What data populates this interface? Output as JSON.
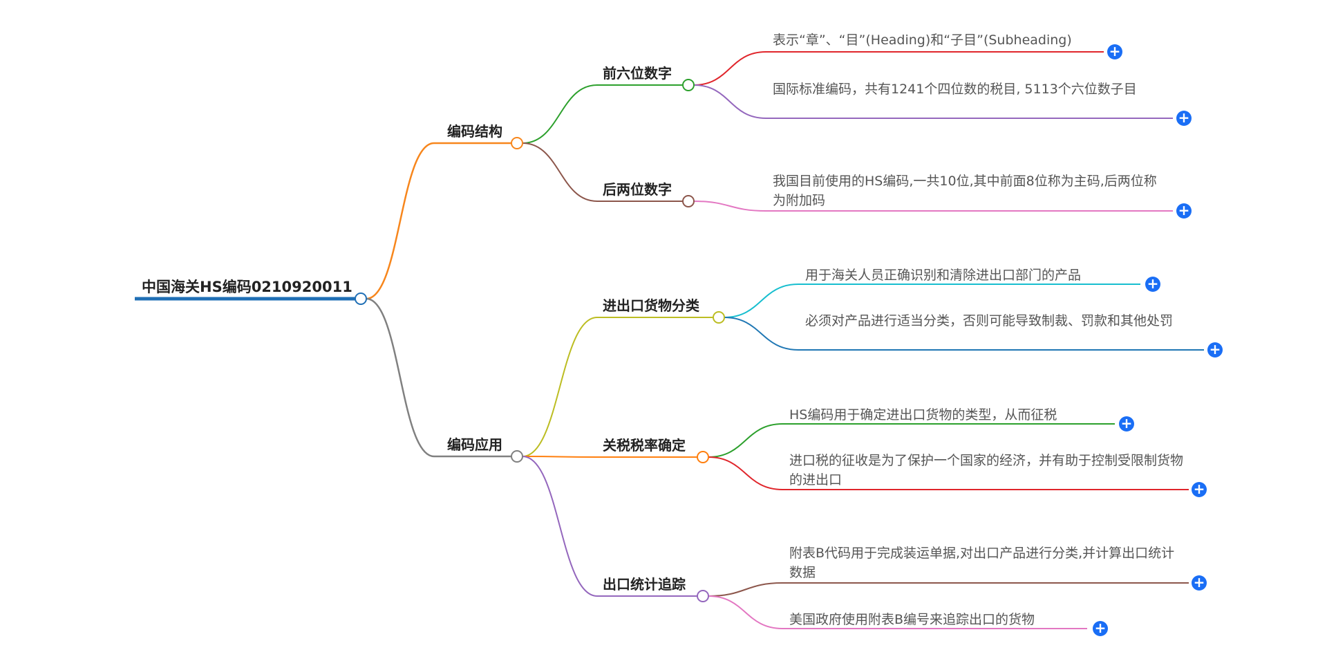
{
  "mindmap": {
    "root": {
      "label": "中国海关HS编码0210920011",
      "color": "#1f6fb5"
    },
    "branches": [
      {
        "label": "编码结构",
        "color": "#f7861c",
        "children": [
          {
            "label": "前六位数字",
            "color": "#2ca02c",
            "leaves": [
              {
                "text": "表示“章”、“目”(Heading)和“子目”(Subheading)",
                "color": "#e0252b"
              },
              {
                "text": "国际标准编码，共有1241个四位数的税目, 5113个六位数子目",
                "color": "#9467bd"
              }
            ]
          },
          {
            "label": "后两位数字",
            "color": "#8c564b",
            "leaves": [
              {
                "text": "我国目前使用的HS编码,一共10位,其中前面8位称为主码,后两位称为附加码",
                "color": "#e377c2"
              }
            ]
          }
        ]
      },
      {
        "label": "编码应用",
        "color": "#808080",
        "children": [
          {
            "label": "进出口货物分类",
            "color": "#bcbd22",
            "leaves": [
              {
                "text": "用于海关人员正确识别和清除进出口部门的产品",
                "color": "#17becf"
              },
              {
                "text": "必须对产品进行适当分类，否则可能导致制裁、罚款和其他处罚",
                "color": "#1f77b4"
              }
            ]
          },
          {
            "label": "关税税率确定",
            "color": "#ff7f0e",
            "leaves": [
              {
                "text": "HS编码用于确定进出口货物的类型，从而征税",
                "color": "#2ca02c"
              },
              {
                "text": "进口税的征收是为了保护一个国家的经济，并有助于控制受限制货物的进出口",
                "color": "#e0252b"
              }
            ]
          },
          {
            "label": "出口统计追踪",
            "color": "#9467bd",
            "leaves": [
              {
                "text": "附表B代码用于完成装运单据,对出口产品进行分类,并计算出口统计数据",
                "color": "#8c564b"
              },
              {
                "text": "美国政府使用附表B编号来追踪出口的货物",
                "color": "#e377c2"
              }
            ]
          }
        ]
      }
    ]
  },
  "expand_symbol": "+"
}
